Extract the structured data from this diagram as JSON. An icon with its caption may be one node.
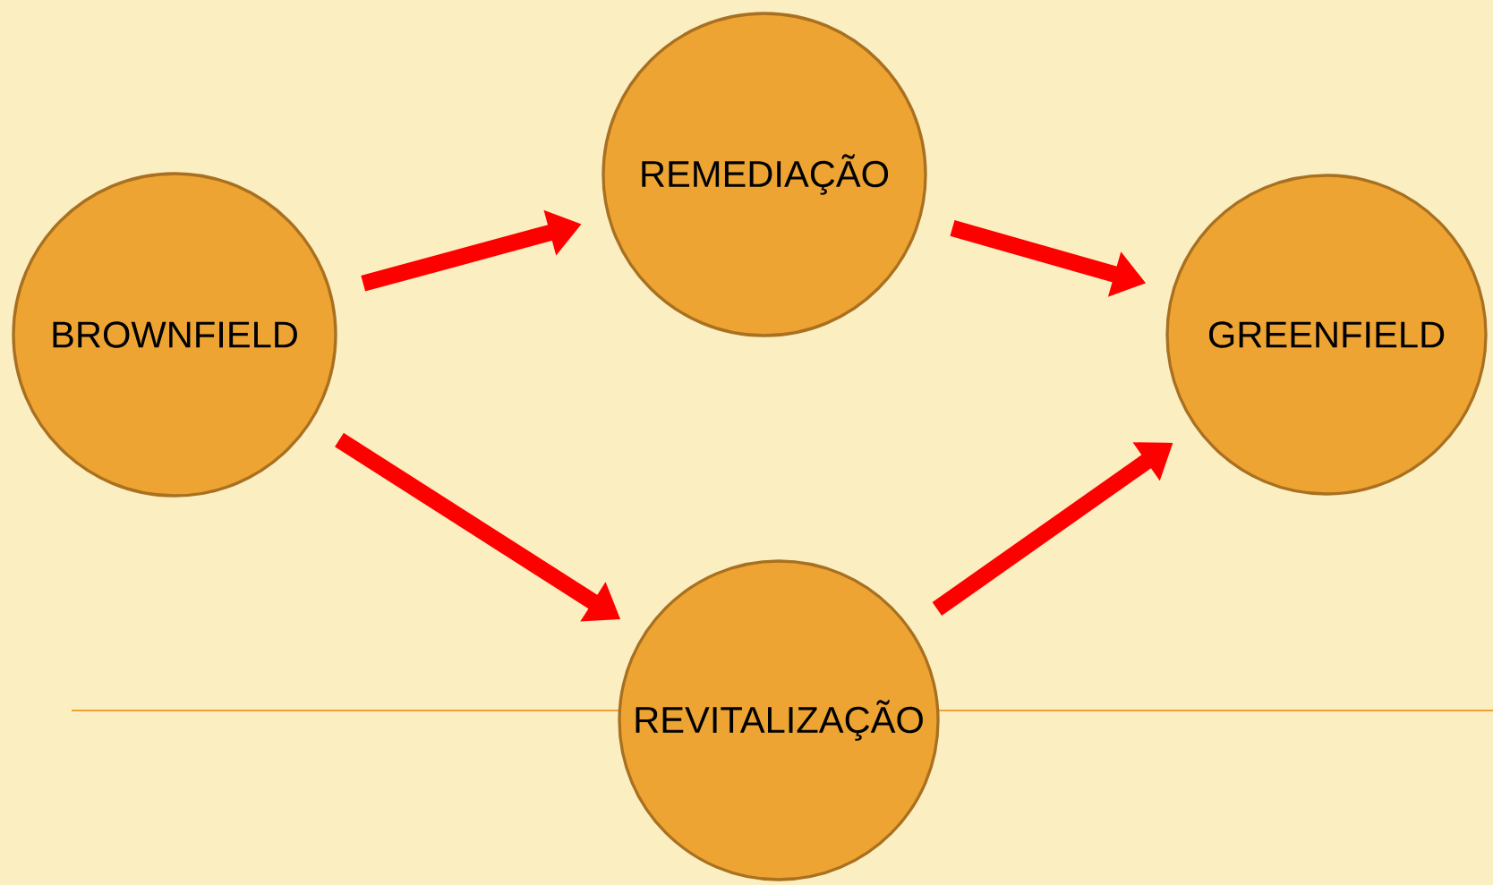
{
  "diagram": {
    "nodes": [
      {
        "text": [
          "BROWNFIELD"
        ]
      },
      {
        "text": [
          "REMEDIAÇÃO"
        ]
      },
      {
        "text": [
          "GREENFIELD"
        ]
      },
      {
        "text": [
          "REVITALIZAÇÃO"
        ]
      }
    ],
    "edges": [
      {
        "from": 0,
        "to": 1,
        "arrow": "to"
      },
      {
        "from": 1,
        "to": 2,
        "arrow": "to"
      },
      {
        "from": 0,
        "to": 3,
        "arrow": "to"
      },
      {
        "from": 3,
        "to": 2,
        "arrow": "to"
      }
    ]
  }
}
